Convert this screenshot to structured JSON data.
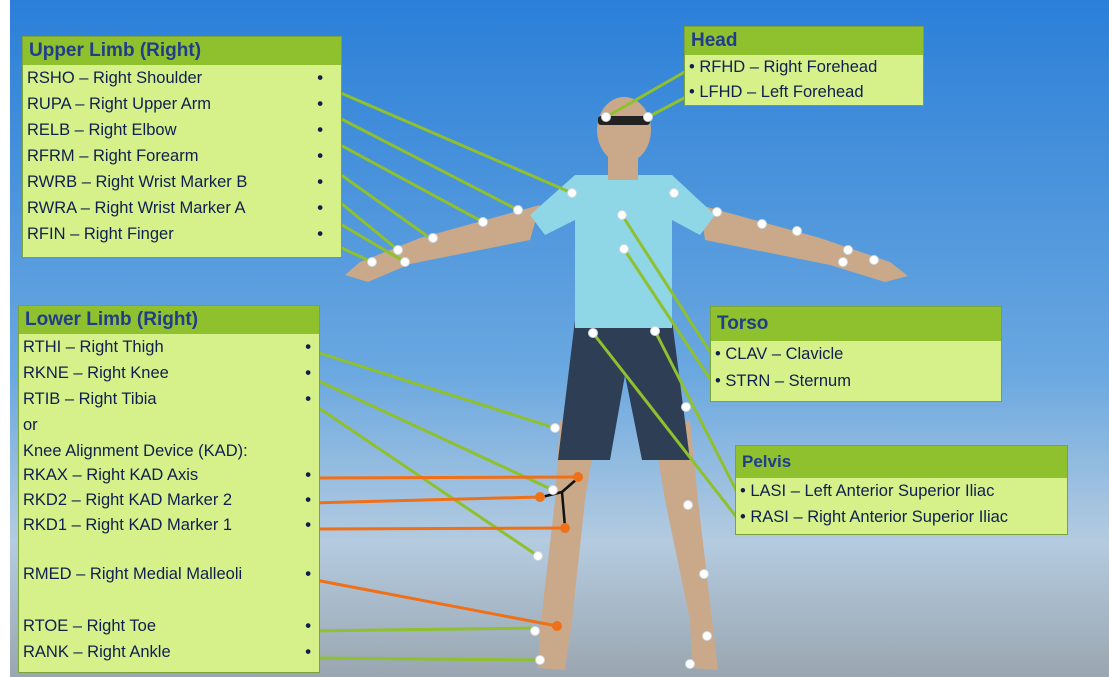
{
  "panels": {
    "upper_limb": {
      "title": "Upper Limb (Right)",
      "items": [
        "RSHO – Right Shoulder",
        "RUPA – Right Upper Arm",
        "RELB – Right Elbow",
        "RFRM – Right Forearm",
        "RWRB – Right Wrist Marker B",
        "RWRA – Right Wrist Marker A",
        "RFIN – Right Finger"
      ]
    },
    "head": {
      "title": "Head",
      "items": [
        "• RFHD – Right Forehead",
        "• LFHD – Left Forehead"
      ]
    },
    "lower_limb": {
      "title": "Lower Limb (Right)",
      "items": [
        "RTHI – Right Thigh",
        "RKNE – Right Knee",
        "RTIB – Right Tibia",
        "or",
        "Knee Alignment Device (KAD):",
        "RKAX – Right KAD Axis",
        "RKD2 – Right KAD Marker 2",
        "RKD1 – Right KAD Marker 1",
        "",
        "RMED – Right Medial Malleoli",
        "",
        "RTOE – Right Toe",
        "RANK – Right Ankle"
      ]
    },
    "torso": {
      "title": "Torso",
      "items": [
        "• CLAV – Clavicle",
        "• STRN – Sternum"
      ]
    },
    "pelvis": {
      "title": "Pelvis",
      "items": [
        "• LASI – Left Anterior Superior Iliac",
        "• RASI – Right Anterior Superior Iliac"
      ]
    }
  },
  "colors": {
    "panel_fill": "#d6f08a",
    "panel_header": "#8fc02e",
    "title_text": "#1f3d8a",
    "green_leader": "#8fc02e",
    "orange_leader": "#f07018",
    "skin": "#c9a98a",
    "shirt": "#8fd6e6",
    "shorts": "#2e3f55"
  }
}
